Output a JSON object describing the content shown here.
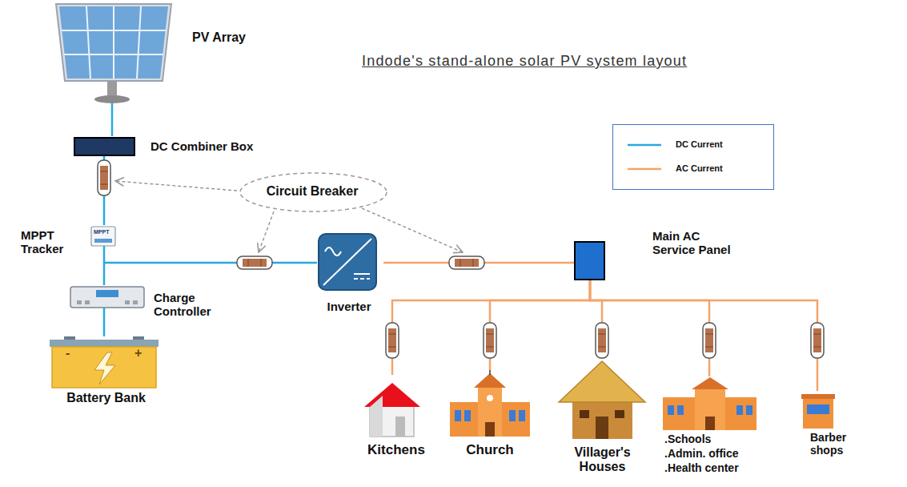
{
  "diagram": {
    "title": "Indode's stand-alone solar PV system layout",
    "nodes": [
      {
        "text": [
          "PV Array"
        ]
      },
      {
        "text": [
          "DC Combiner Box"
        ]
      },
      {
        "text": [
          "Circuit Breaker"
        ]
      },
      {
        "text": [
          "MPPT Tracker"
        ]
      },
      {
        "text": [
          "Charge Controller"
        ]
      },
      {
        "text": [
          "Battery Bank"
        ]
      },
      {
        "text": [
          "Inverter"
        ]
      },
      {
        "text": [
          "Main AC Service Panel"
        ]
      },
      {
        "text": [
          "Kitchens"
        ]
      },
      {
        "text": [
          "Church"
        ]
      },
      {
        "text": [
          "Villager's Houses"
        ]
      },
      {
        "text": [
          ".Schools",
          ".Admin. office",
          ".Health center"
        ]
      },
      {
        "text": [
          "Barber shops"
        ]
      }
    ],
    "edges": [
      {
        "from": 0,
        "to": 1,
        "arrow": "none"
      },
      {
        "from": 1,
        "to": 3,
        "arrow": "none"
      },
      {
        "from": 3,
        "to": 4,
        "arrow": "none"
      },
      {
        "from": 4,
        "to": 5,
        "arrow": "none"
      },
      {
        "from": 3,
        "to": 6,
        "arrow": "none"
      },
      {
        "from": 6,
        "to": 7,
        "arrow": "none"
      },
      {
        "from": 7,
        "to": 8,
        "arrow": "none"
      },
      {
        "from": 7,
        "to": 9,
        "arrow": "none"
      },
      {
        "from": 7,
        "to": 10,
        "arrow": "none"
      },
      {
        "from": 7,
        "to": 11,
        "arrow": "none"
      },
      {
        "from": 7,
        "to": 12,
        "arrow": "none"
      }
    ],
    "labels": [
      "MPPT",
      "-",
      "+"
    ],
    "legend": [
      {
        "text": "DC Current"
      },
      {
        "text": "AC Current"
      }
    ]
  }
}
